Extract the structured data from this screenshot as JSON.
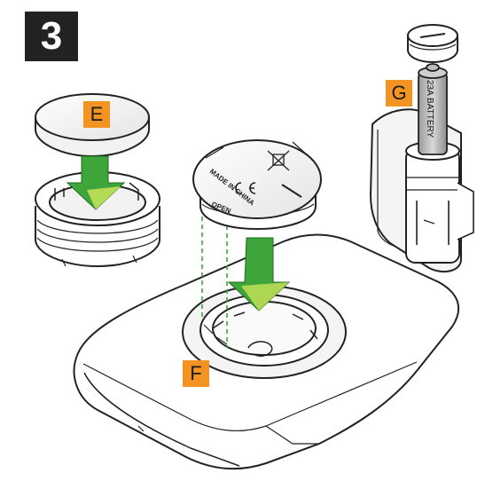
{
  "step": {
    "number": "3"
  },
  "labels": {
    "e": "E",
    "f": "F",
    "g": "G"
  },
  "printed_text": {
    "battery": "23A BATTERY",
    "made_in": "MADE IN CHINA",
    "open": "OPEN"
  },
  "colors": {
    "arrow_fill": "#3da53a",
    "arrow_highlight": "#c9e45a",
    "tag_bg": "#f39321",
    "badge_bg": "#222222",
    "guide_line": "#3da53a"
  },
  "icons": {
    "arrows": [
      "down-arrow-icon",
      "down-arrow-icon"
    ],
    "marks": [
      "ce-mark-icon",
      "crossed-bin-icon"
    ]
  }
}
